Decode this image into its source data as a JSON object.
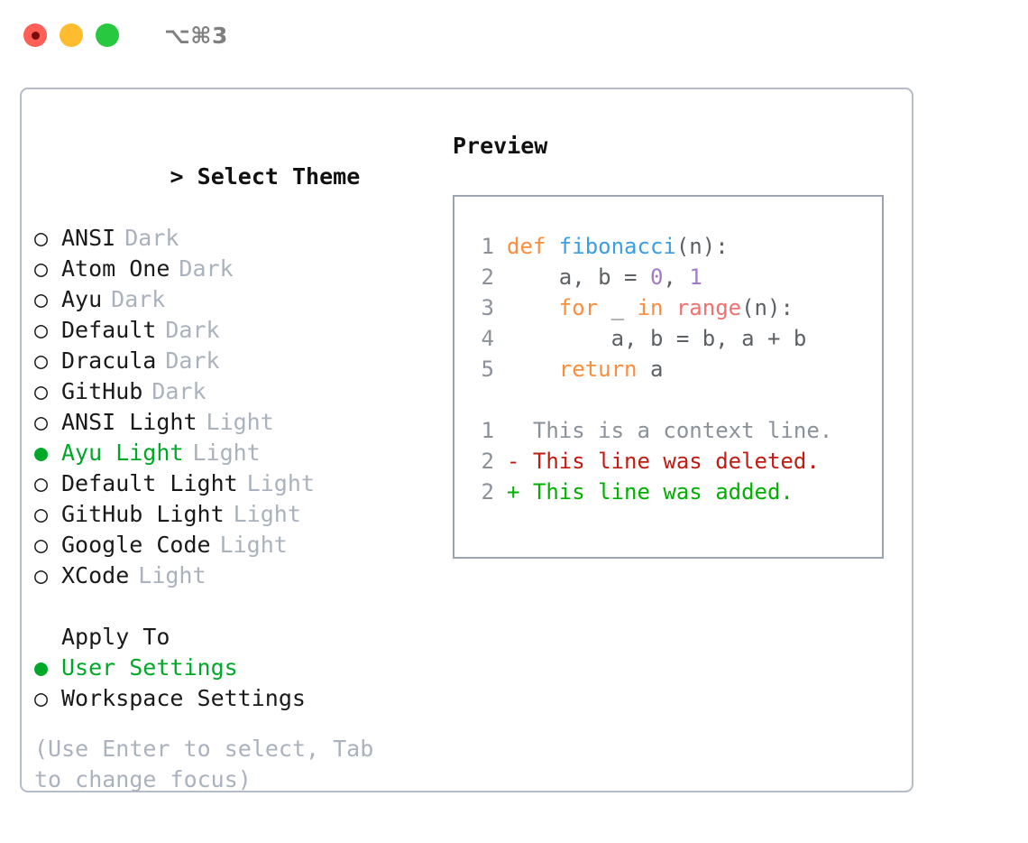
{
  "window": {
    "titlebar": {
      "shortcut": "⌥⌘3",
      "lights": [
        {
          "name": "close-button",
          "color": "#ff5f57"
        },
        {
          "name": "minimize-button",
          "color": "#febc2e"
        },
        {
          "name": "maximize-button",
          "color": "#28c840"
        }
      ]
    }
  },
  "theme_section": {
    "caret": ">",
    "title": "Select Theme",
    "marker_off": "○",
    "marker_on": "●",
    "items": [
      {
        "name": "ANSI",
        "variant": "Dark",
        "selected": false
      },
      {
        "name": "Atom One",
        "variant": "Dark",
        "selected": false
      },
      {
        "name": "Ayu",
        "variant": "Dark",
        "selected": false
      },
      {
        "name": "Default",
        "variant": "Dark",
        "selected": false
      },
      {
        "name": "Dracula",
        "variant": "Dark",
        "selected": false
      },
      {
        "name": "GitHub",
        "variant": "Dark",
        "selected": false
      },
      {
        "name": "ANSI Light",
        "variant": "Light",
        "selected": false
      },
      {
        "name": "Ayu Light",
        "variant": "Light",
        "selected": true
      },
      {
        "name": "Default Light",
        "variant": "Light",
        "selected": false
      },
      {
        "name": "GitHub Light",
        "variant": "Light",
        "selected": false
      },
      {
        "name": "Google Code",
        "variant": "Light",
        "selected": false
      },
      {
        "name": "XCode",
        "variant": "Light",
        "selected": false
      }
    ]
  },
  "apply_section": {
    "title": "Apply To",
    "marker_off": "○",
    "marker_on": "●",
    "items": [
      {
        "name": "User Settings",
        "selected": true
      },
      {
        "name": "Workspace Settings",
        "selected": false
      }
    ]
  },
  "hint": "(Use Enter to select, Tab to change focus)",
  "preview": {
    "title": "Preview",
    "code_lines": [
      {
        "lineno": "1",
        "tokens": [
          {
            "text": "def ",
            "type": "kw"
          },
          {
            "text": "fibonacci",
            "type": "fn"
          },
          {
            "text": "(n):",
            "type": "punc"
          }
        ]
      },
      {
        "lineno": "2",
        "tokens": [
          {
            "text": "    a, b = ",
            "type": "var"
          },
          {
            "text": "0",
            "type": "num"
          },
          {
            "text": ", ",
            "type": "punc"
          },
          {
            "text": "1",
            "type": "num"
          }
        ]
      },
      {
        "lineno": "3",
        "tokens": [
          {
            "text": "    for ",
            "type": "kw"
          },
          {
            "text": "_ ",
            "type": "var"
          },
          {
            "text": "in ",
            "type": "kw"
          },
          {
            "text": "range",
            "type": "call"
          },
          {
            "text": "(n):",
            "type": "punc"
          }
        ]
      },
      {
        "lineno": "4",
        "tokens": [
          {
            "text": "        a, b = b, a + b",
            "type": "var"
          }
        ]
      },
      {
        "lineno": "5",
        "tokens": [
          {
            "text": "    return ",
            "type": "kw"
          },
          {
            "text": "a",
            "type": "var"
          }
        ]
      }
    ],
    "diff_lines": [
      {
        "lineno": "1",
        "sign": "  ",
        "text": "This is a context line.",
        "type": "ctx"
      },
      {
        "lineno": "2",
        "sign": "- ",
        "text": "This line was deleted.",
        "type": "del"
      },
      {
        "lineno": "2",
        "sign": "+ ",
        "text": "This line was added.",
        "type": "add"
      }
    ]
  },
  "colors": {
    "accent_green": "#00a828",
    "muted": "#aab2bd",
    "border": "#b3bcc7",
    "preview_border": "#9aa5b1",
    "kw": "#fa8d3e",
    "fn": "#399ee6",
    "num": "#a37acc",
    "call": "#f07171",
    "text": "#5c6166",
    "diff_del": "#c01c12",
    "diff_add": "#00b000"
  }
}
